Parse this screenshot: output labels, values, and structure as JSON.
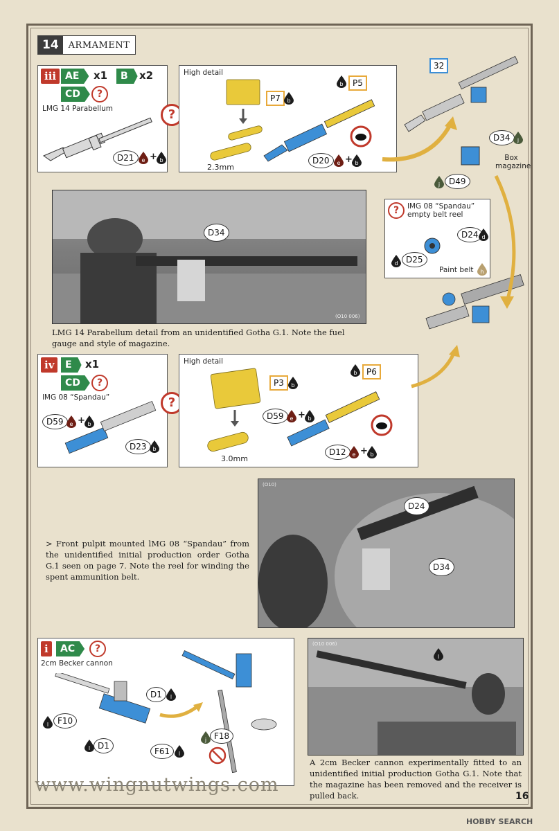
{
  "step": {
    "number": "14",
    "title": "ARMAMENT"
  },
  "sections": {
    "iii": {
      "roman": "iii",
      "tags": [
        "AE",
        "B",
        "CD"
      ],
      "qty_ae": "x1",
      "qty_b": "x2",
      "name": "LMG 14 Parabellum",
      "part": "D21",
      "high_detail": "High detail",
      "dim": "2.3mm",
      "parts": {
        "p7": "P7",
        "p5": "P5",
        "d20": "D20",
        "n32": "32",
        "d34": "D34",
        "d49": "D49"
      },
      "box_mag": "Box magazine"
    },
    "reel": {
      "title": "lMG 08 “Spandau” empty belt reel",
      "d24": "D24",
      "d25": "D25",
      "paint": "Paint belt"
    },
    "photo1": {
      "callout": "D34",
      "code": "(O10 006)",
      "caption": "LMG 14 Parabellum detail from an unidentified Gotha G.1.  Note the fuel gauge and style of magazine."
    },
    "iv": {
      "roman": "iv",
      "tags": [
        "E",
        "CD"
      ],
      "qty_e": "x1",
      "name": "lMG 08 “Spandau”",
      "d59": "D59",
      "d23": "D23",
      "high_detail": "High detail",
      "p3": "P3",
      "p6": "P6",
      "d12": "D12",
      "dim": "3.0mm"
    },
    "photo2": {
      "code": "(O10)",
      "d24": "D24",
      "d34": "D34",
      "caption": "> Front pulpit mounted lMG 08 “Spandau” from the unidentified initial production order Gotha G.1 seen on page 7. Note the reel for winding the spent ammunition belt."
    },
    "i": {
      "roman": "i",
      "tag": "AC",
      "name": "2cm Becker cannon",
      "d1a": "D1",
      "f10": "F10",
      "d1b": "D1",
      "f61": "F61",
      "f18": "F18"
    },
    "photo3": {
      "code": "(O10 006)",
      "caption": "A 2cm Becker cannon experimentally fitted to an unidentified initial production Gotha G.1. Note that the magazine has been removed and the receiver is pulled back."
    }
  },
  "paint_codes": {
    "e": "e",
    "b": "b",
    "j": "j",
    "l": "l",
    "d": "d",
    "h": "h"
  },
  "colors": {
    "red": "#c0392b",
    "green": "#2f8a4a",
    "blue": "#3d8fd6",
    "yellow": "#e9c93a",
    "drop_dark": "#1c1c1c",
    "drop_brown": "#6e1e14"
  },
  "icons": [
    "question-icon",
    "elephant-icon",
    "paint-drop-icon",
    "arrow-icon",
    "no-glue-icon"
  ],
  "footer": {
    "watermark": "www.wingnutwings.com",
    "page": "16",
    "hobby": "HOBBY SEARCH"
  }
}
